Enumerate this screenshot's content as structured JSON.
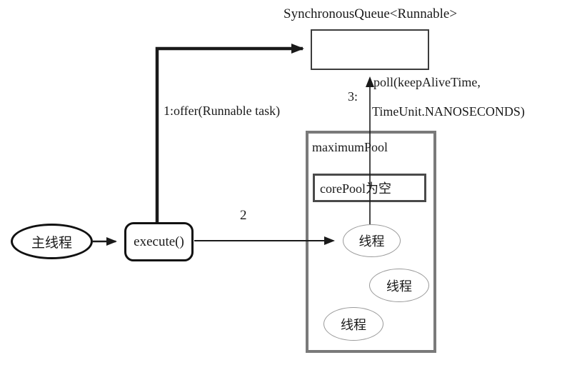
{
  "diagram": {
    "title": "SynchronousQueue<Runnable>",
    "nodes": {
      "main_thread": "主线程",
      "execute": "execute()",
      "maximum_pool": "maximumPool",
      "core_pool": "corePool为空",
      "thread1": "线程",
      "thread2": "线程",
      "thread3": "线程"
    },
    "edges": {
      "offer_label": "1:offer(Runnable task)",
      "step2_label": "2",
      "step3_label": "3:",
      "poll_label_line1": "poll(keepAliveTime,",
      "poll_label_line2": "TimeUnit.NANOSECONDS)"
    },
    "colors": {
      "line": "#1a1a1a",
      "pool_border": "#7a7a7a",
      "core_pool_border": "#4a4a4a",
      "thread_border": "#9a9a9a",
      "background": "#ffffff"
    }
  }
}
